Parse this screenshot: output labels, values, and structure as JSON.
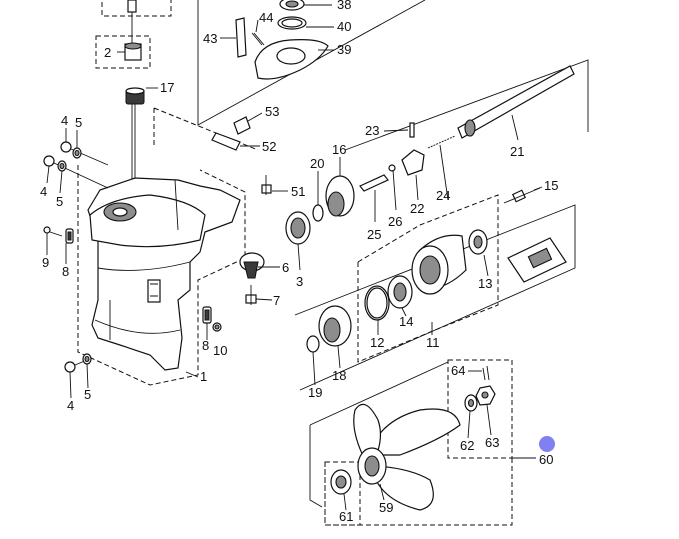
{
  "labels": {
    "p1": "1",
    "p2": "2",
    "p3": "3",
    "p4a": "4",
    "p4b": "4",
    "p4c": "4",
    "p5a": "5",
    "p5b": "5",
    "p5c": "5",
    "p6": "6",
    "p7": "7",
    "p8a": "8",
    "p8b": "8",
    "p9": "9",
    "p10": "10",
    "p11": "11",
    "p12": "12",
    "p13": "13",
    "p14": "14",
    "p15": "15",
    "p16": "16",
    "p17": "17",
    "p18": "18",
    "p19": "19",
    "p20": "20",
    "p21": "21",
    "p22": "22",
    "p23": "23",
    "p24": "24",
    "p25": "25",
    "p26": "26",
    "p38": "38",
    "p39": "39",
    "p40": "40",
    "p43": "43",
    "p44": "44",
    "p51": "51",
    "p52": "52",
    "p53": "53",
    "p59": "59",
    "p60": "60",
    "p61": "61",
    "p62": "62",
    "p63": "63",
    "p64": "64"
  },
  "colors": {
    "line": "#111111",
    "part_shade": "#8d8d8d",
    "marker": "#8080f0"
  }
}
